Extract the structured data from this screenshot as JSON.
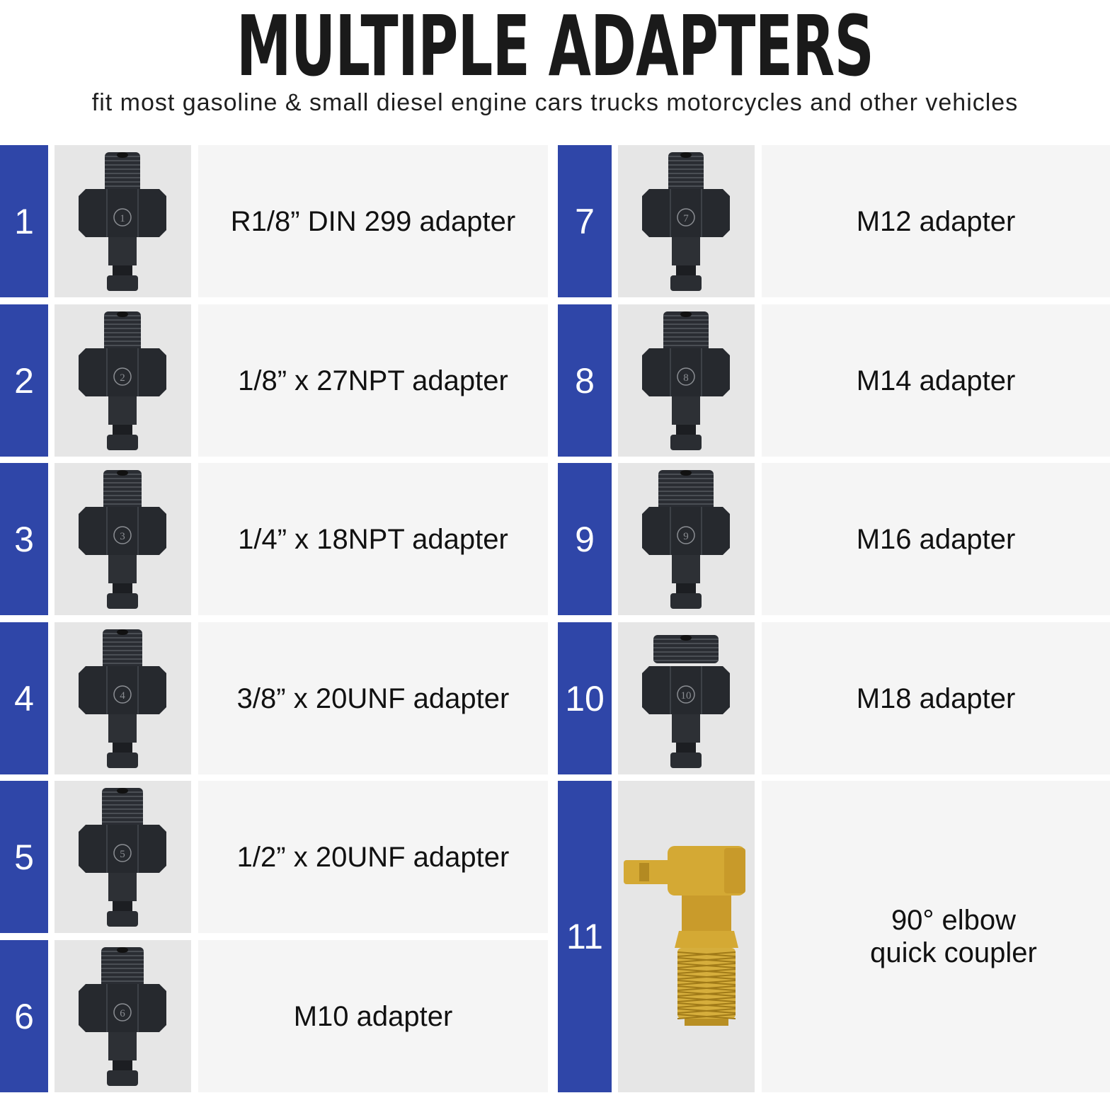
{
  "header": {
    "title": "MULTIPLE ADAPTERS",
    "subtitle": "fit most gasoline & small diesel engine cars trucks motorcycles and other vehicles"
  },
  "colors": {
    "number_panel": "#2f46a8",
    "photo_bg": "#e6e6e6",
    "label_bg": "#f5f5f5",
    "adapter_metal": "#2a2d33",
    "brass": "#d4a934"
  },
  "adapters": [
    {
      "number": "1",
      "marking": "1",
      "label": "R1/8” DIN 299 adapter",
      "icon": "black-threaded-adapter-icon"
    },
    {
      "number": "2",
      "marking": "2",
      "label": "1/8” x 27NPT adapter",
      "icon": "black-threaded-adapter-icon"
    },
    {
      "number": "3",
      "marking": "3",
      "label": "1/4” x 18NPT adapter",
      "icon": "black-threaded-adapter-icon"
    },
    {
      "number": "4",
      "marking": "4",
      "label": "3/8” x 20UNF adapter",
      "icon": "black-threaded-adapter-icon"
    },
    {
      "number": "5",
      "marking": "5",
      "label": "1/2” x 20UNF adapter",
      "icon": "black-threaded-adapter-icon"
    },
    {
      "number": "6",
      "marking": "6",
      "label": "M10 adapter",
      "icon": "black-threaded-adapter-icon"
    },
    {
      "number": "7",
      "marking": "7",
      "label": "M12 adapter",
      "icon": "black-threaded-adapter-icon"
    },
    {
      "number": "8",
      "marking": "8",
      "label": "M14 adapter",
      "icon": "black-threaded-adapter-icon"
    },
    {
      "number": "9",
      "marking": "9",
      "label": "M16 adapter",
      "icon": "black-threaded-adapter-icon"
    },
    {
      "number": "10",
      "marking": "10",
      "label": "M18 adapter",
      "icon": "black-threaded-adapter-icon"
    },
    {
      "number": "11",
      "marking": "",
      "label": "90° elbow\nquick coupler",
      "icon": "brass-elbow-coupler-icon"
    }
  ]
}
